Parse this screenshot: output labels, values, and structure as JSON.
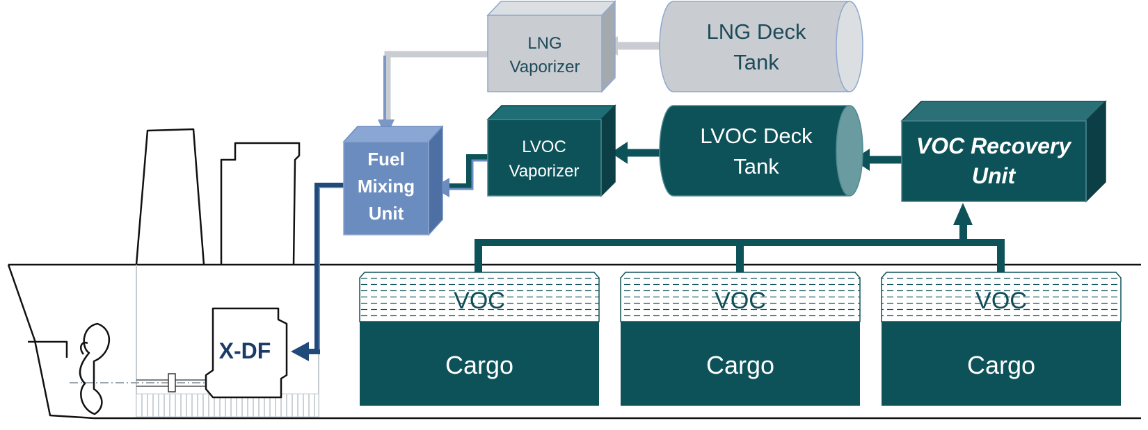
{
  "colors": {
    "lng_grey": "#c9cdd1",
    "lng_grey_dark": "#a4a9ae",
    "teal": "#0e5259",
    "teal_top": "#1f6d75",
    "teal_side": "#0b3f45",
    "fuel_blue": "#6b8cbf",
    "navy_line": "#1f4a7a",
    "hull_line": "#111111"
  },
  "components": {
    "lng_vaporizer": [
      "LNG",
      "Vaporizer"
    ],
    "lng_deck_tank": [
      "LNG Deck",
      "Tank"
    ],
    "lvoc_vaporizer": [
      "LVOC",
      "Vaporizer"
    ],
    "lvoc_deck_tank": [
      "LVOC Deck",
      "Tank"
    ],
    "voc_recovery_unit": [
      "VOC Recovery",
      "Unit"
    ],
    "fuel_mixing_unit": [
      "Fuel",
      "Mixing",
      "Unit"
    ],
    "engine": "X-DF"
  },
  "cargo_tanks": [
    {
      "voc_label": "VOC",
      "cargo_label": "Cargo"
    },
    {
      "voc_label": "VOC",
      "cargo_label": "Cargo"
    },
    {
      "voc_label": "VOC",
      "cargo_label": "Cargo"
    }
  ]
}
